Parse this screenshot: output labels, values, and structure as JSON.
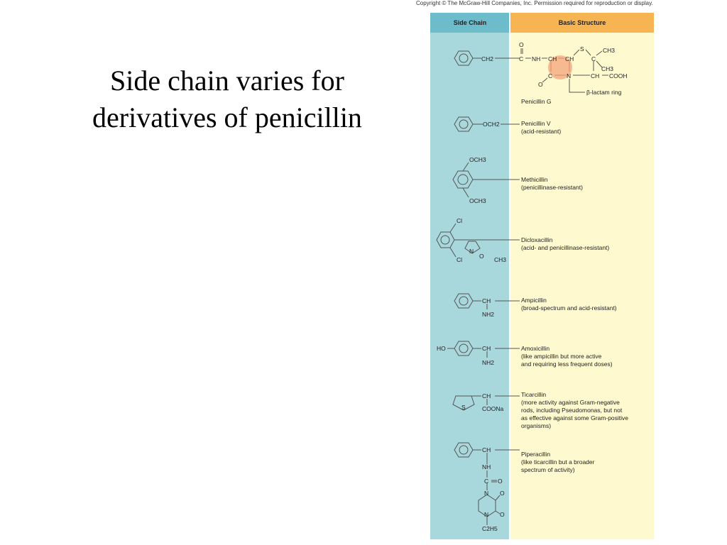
{
  "slide": {
    "title_line1": "Side chain varies for",
    "title_line2": "derivatives of penicillin"
  },
  "copyright": "Copyright © The McGraw-Hill Companies, Inc. Permission required for reproduction or display.",
  "table": {
    "header_side_chain": "Side Chain",
    "header_basic_structure": "Basic Structure",
    "colors": {
      "side_chain_bg": "#a8d7dc",
      "side_chain_header": "#6cbccb",
      "basic_bg": "#fff9cf",
      "basic_header": "#f7b453",
      "highlight": "#f4a37a"
    }
  },
  "structure": {
    "o_top": "O",
    "c_carbonyl": "C",
    "nh": "NH",
    "ch_a": "CH",
    "ch_b": "CH",
    "s": "S",
    "ch3_top": "CH3",
    "c_quat": "C",
    "ch3_mid": "CH3",
    "c_lactam": "C",
    "n": "N",
    "ch_cooh": "CH",
    "cooh": "COOH",
    "o_lactam": "O",
    "lactam_label": "β-lactam ring",
    "pen_g_label": "Penicillin G",
    "ch2": "CH2"
  },
  "side_chains": {
    "och2": "OCH2",
    "meth_och3_top": "OCH3",
    "meth_och3_bottom": "OCH3",
    "diclox_cl_top": "Cl",
    "diclox_cl_bottom": "Cl",
    "diclox_n": "N",
    "diclox_o": "O",
    "diclox_ch3": "CH3",
    "amp_ch": "CH",
    "amp_nh2": "NH2",
    "amox_ho": "HO",
    "amox_ch": "CH",
    "amox_nh2": "NH2",
    "ticar_ch": "CH",
    "ticar_s": "S",
    "ticar_coona": "COONa",
    "pip_ch": "CH",
    "pip_nh": "NH",
    "pip_c": "C",
    "pip_o1": "O",
    "pip_n1": "N",
    "pip_o2": "O",
    "pip_n2": "N",
    "pip_o3": "O",
    "pip_c2h5": "C2H5"
  },
  "derivatives": [
    {
      "name": "Penicillin V",
      "note": "(acid-resistant)"
    },
    {
      "name": "Methicillin",
      "note": "(penicillinase-resistant)"
    },
    {
      "name": "Dicloxacillin",
      "note": "(acid- and penicillinase-resistant)"
    },
    {
      "name": "Ampicillin",
      "note": "(broad-spectrum and acid-resistant)"
    },
    {
      "name": "Amoxicillin",
      "note": "(like ampicillin but more active\nand requiring less frequent doses)"
    },
    {
      "name": "Ticarcillin",
      "note": "(more activity against Gram-negative\nrods, including Pseudomonas, but not\nas effective against some Gram-positive\norganisms)"
    },
    {
      "name": "Piperacillin",
      "note": "(like ticarcillin but a broader\nspectrum of activity)"
    }
  ]
}
